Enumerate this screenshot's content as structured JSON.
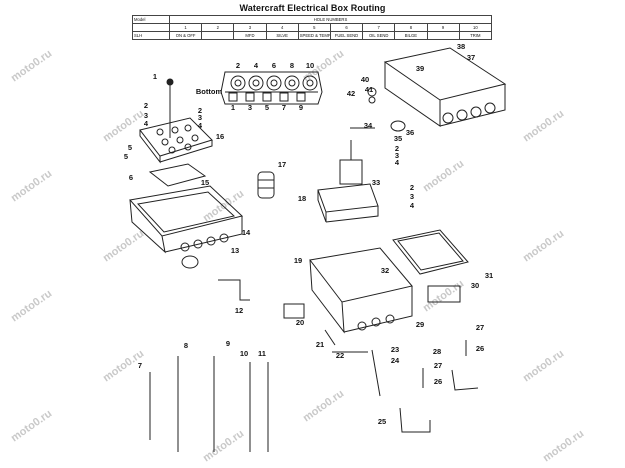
{
  "title": "Watercraft Electrical Box Routing",
  "table": {
    "row1_header": "Model",
    "hole_numbers_label": "HOLE NUMBERS",
    "row2_header": "",
    "columns": [
      "1",
      "2",
      "3",
      "4",
      "5",
      "6",
      "7",
      "8",
      "9",
      "10"
    ],
    "row3_header": "SLH",
    "wires": [
      "ON & OFF",
      "",
      "MFD",
      "SILVE",
      "SPEED & TEMP",
      "FUEL SEND",
      "OIL SEND",
      "BILGE",
      "",
      "TRIM"
    ]
  },
  "bottom_label": "Bottom",
  "watermark": "moto0.ru",
  "callouts": [
    "1",
    "2",
    "3",
    "4",
    "5",
    "6",
    "7",
    "8",
    "9",
    "10",
    "11",
    "12",
    "13",
    "14",
    "15",
    "16",
    "17",
    "18",
    "19",
    "20",
    "21",
    "22",
    "23",
    "24",
    "25",
    "26",
    "27",
    "28",
    "29",
    "30",
    "31",
    "32",
    "33",
    "34",
    "35",
    "36",
    "37",
    "38",
    "39",
    "40",
    "41",
    "42"
  ],
  "connector_top_numbers": [
    "2",
    "4",
    "6",
    "8",
    "10"
  ],
  "connector_bottom_numbers": [
    "1",
    "3",
    "5",
    "7",
    "9"
  ]
}
